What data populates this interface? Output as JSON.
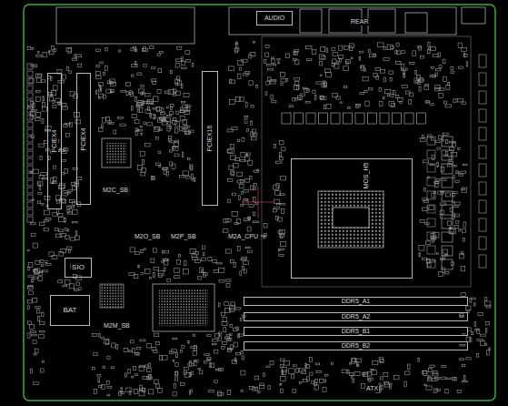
{
  "diagram": {
    "nodes": [
      {
        "text": [
          "AUDIO"
        ]
      },
      {
        "text": [
          "PCIEX4"
        ]
      },
      {
        "text": [
          "PCIEX4"
        ]
      },
      {
        "text": [
          "PCIEX16"
        ]
      },
      {
        "text": [
          "MOS_H5"
        ]
      },
      {
        "text": [
          "SIO"
        ]
      },
      {
        "text": [
          "BAT"
        ]
      },
      {
        "text": [
          "DDR5_A1"
        ]
      },
      {
        "text": [
          "DDR5_A2"
        ]
      },
      {
        "text": [
          "DDR5_B1"
        ]
      },
      {
        "text": [
          "DDR5_B2"
        ]
      }
    ],
    "labels": [
      "REAR",
      "M2C_SB",
      "M2O_SB",
      "M2P_SB",
      "M2A_CPU",
      "M2M_SB",
      "ATX"
    ]
  }
}
